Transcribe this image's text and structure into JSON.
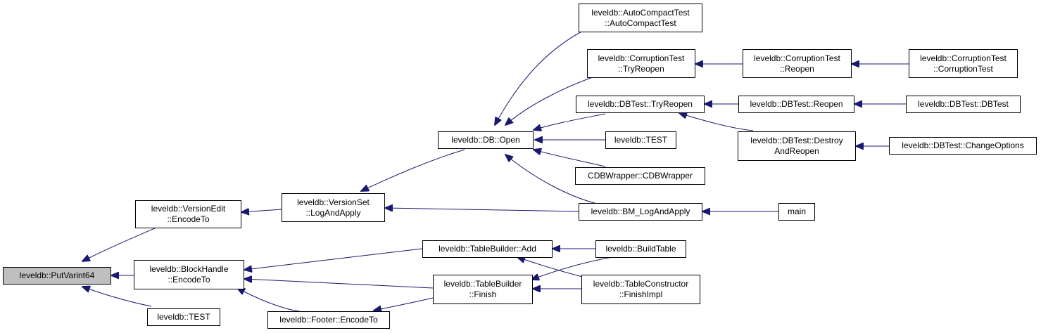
{
  "colors": {
    "edge": "#191970",
    "root_fill": "#bfbfbf",
    "node_fill": "#ffffff",
    "border": "#000000"
  },
  "nodes": {
    "putvarint64": "leveldb::PutVarint64",
    "versionedit_encodeto": "leveldb::VersionEdit\n::EncodeTo",
    "blockhandle_encodeto": "leveldb::BlockHandle\n::EncodeTo",
    "test_bottom": "leveldb::TEST",
    "versionset_logandapply": "leveldb::VersionSet\n::LogAndApply",
    "footer_encodeto": "leveldb::Footer::EncodeTo",
    "db_open": "leveldb::DB::Open",
    "tablebuilder_add": "leveldb::TableBuilder::Add",
    "tablebuilder_finish": "leveldb::TableBuilder\n::Finish",
    "autocompacttest_ctor": "leveldb::AutoCompactTest\n::AutoCompactTest",
    "corruptiontest_tryreopen": "leveldb::CorruptionTest\n::TryReopen",
    "dbtest_tryreopen": "leveldb::DBTest::TryReopen",
    "test_mid": "leveldb::TEST",
    "cdbwrapper": "CDBWrapper::CDBWrapper",
    "bm_logandapply": "leveldb::BM_LogAndApply",
    "buildtable": "leveldb::BuildTable",
    "tableconstructor_finishimpl": "leveldb::TableConstructor\n::FinishImpl",
    "corruptiontest_reopen": "leveldb::CorruptionTest\n::Reopen",
    "dbtest_reopen": "leveldb::DBTest::Reopen",
    "dbtest_destroyandreopen": "leveldb::DBTest::Destroy\nAndReopen",
    "main": "main",
    "corruptiontest_ctor": "leveldb::CorruptionTest\n::CorruptionTest",
    "dbtest_ctor": "leveldb::DBTest::DBTest",
    "dbtest_changeoptions": "leveldb::DBTest::ChangeOptions"
  }
}
